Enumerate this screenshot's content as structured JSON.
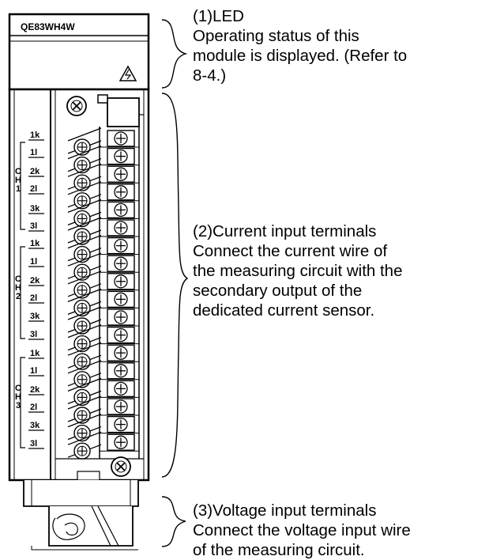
{
  "module": {
    "model": "QE83WH4W",
    "channel_labels": [
      "CH1",
      "CH2",
      "CH3"
    ],
    "terminal_labels": [
      "1k",
      "1l",
      "2k",
      "2l",
      "3k",
      "3l",
      "1k",
      "1l",
      "2k",
      "2l",
      "3k",
      "3l",
      "1k",
      "1l",
      "2k",
      "2l",
      "3k",
      "3l"
    ]
  },
  "callouts": [
    {
      "heading": "(1)LED",
      "lines": [
        "Operating status of this",
        "module is displayed. (Refer to",
        "8-4.)"
      ]
    },
    {
      "heading": "(2)Current input terminals",
      "lines": [
        "Connect the current wire of",
        "the measuring circuit with the",
        "secondary output of the",
        "dedicated current sensor."
      ]
    },
    {
      "heading": "(3)Voltage input terminals",
      "lines": [
        "Connect the voltage input wire",
        "of the measuring circuit."
      ]
    }
  ]
}
